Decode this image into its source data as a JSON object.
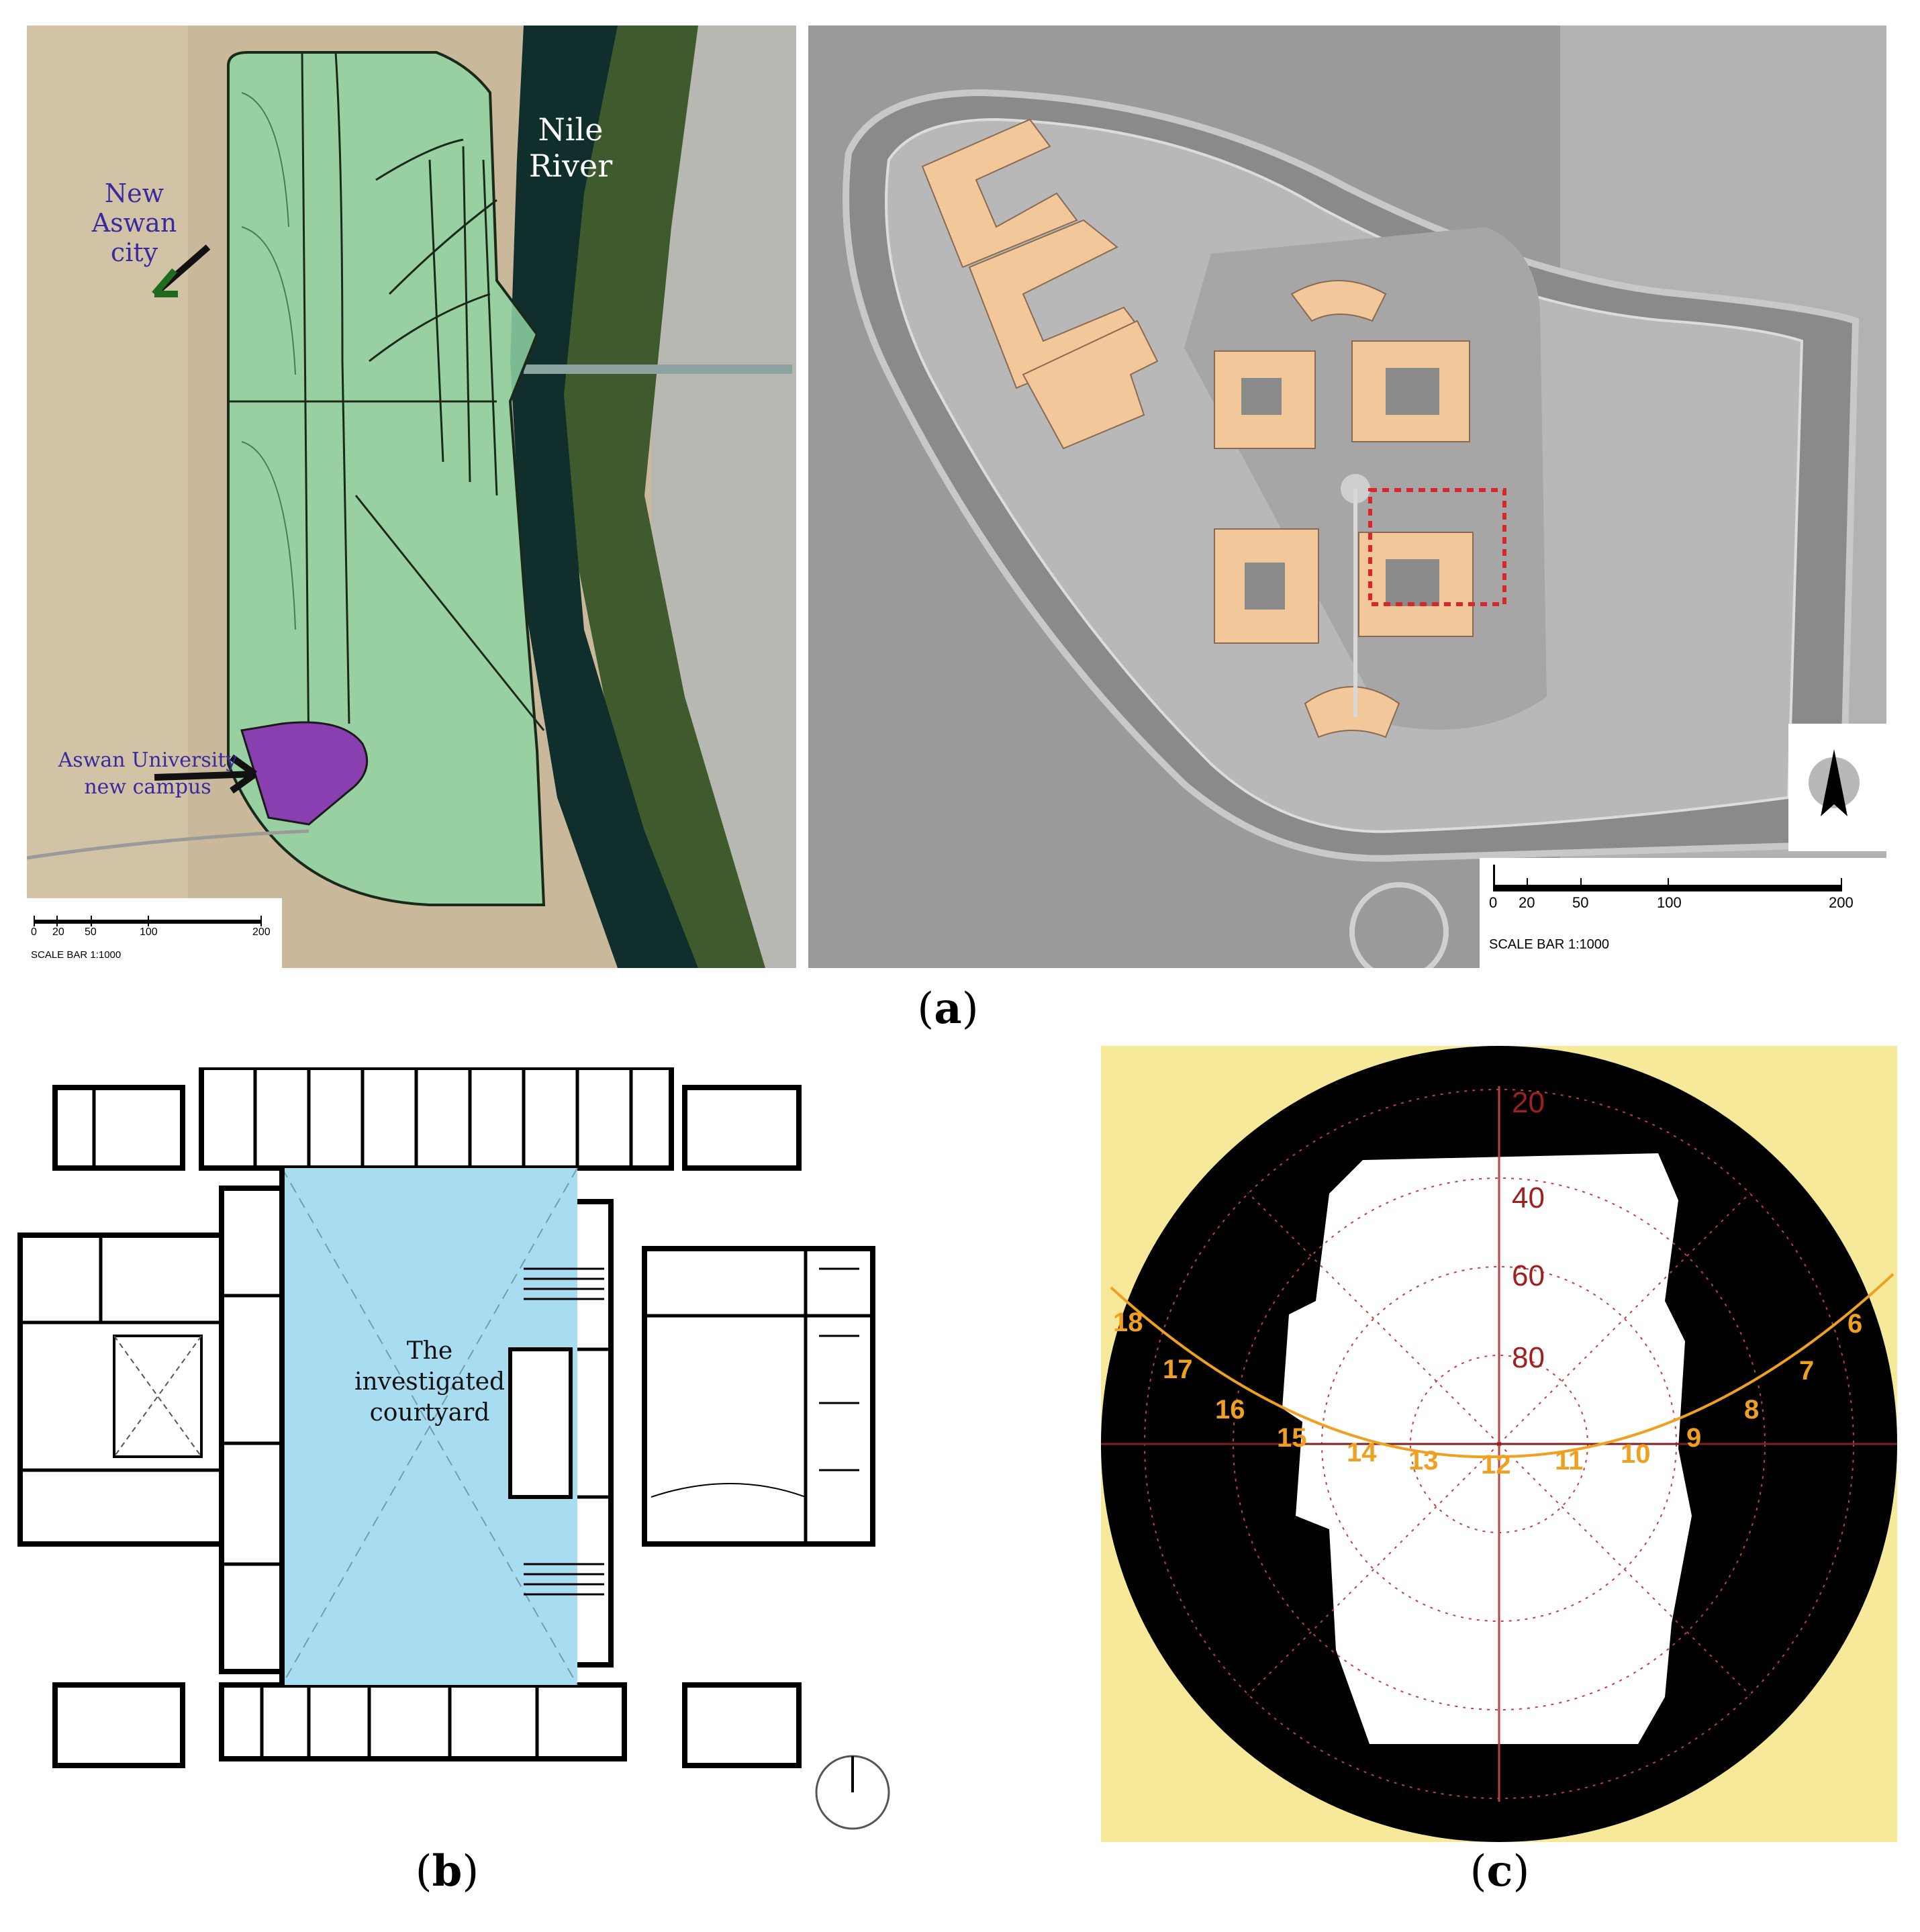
{
  "panel_a_left": {
    "labels": {
      "city": [
        "New",
        "Aswan",
        "city"
      ],
      "river": [
        "Nile",
        "River"
      ],
      "campus": [
        "Aswan University",
        "new campus"
      ]
    },
    "scale": {
      "ticks": [
        "0",
        "20",
        "50",
        "100",
        "200"
      ],
      "text": "SCALE BAR 1:1000"
    },
    "colors": {
      "city_overlay": "#8fd3a3",
      "campus": "#8a3fb0",
      "river": "#0f2e2c",
      "desert": "#c9b89a"
    }
  },
  "panel_a_right": {
    "scale": {
      "ticks": [
        "0",
        "20",
        "50",
        "100",
        "200"
      ],
      "text": "SCALE BAR 1:1000"
    },
    "north_icon": "north-arrow-icon",
    "colors": {
      "buildings": "#f2c79a",
      "selection": "#d8262b",
      "ground": "#9a9a9a"
    }
  },
  "panel_b": {
    "courtyard_label": [
      "The",
      "investigated",
      "courtyard"
    ],
    "north_icon": "north-arrow-icon",
    "colors": {
      "courtyard": "#a8dcf0",
      "walls": "#000000"
    }
  },
  "panel_c": {
    "altitude_labels": [
      "20",
      "40",
      "60",
      "80"
    ],
    "hour_labels": [
      "18",
      "17",
      "16",
      "15",
      "14",
      "13",
      "12",
      "11",
      "10",
      "9",
      "8",
      "7",
      "6"
    ],
    "colors": {
      "background": "#f7e99a",
      "sky": "#000000",
      "opening": "#ffffff",
      "sunpath": "#f0a020",
      "grid": "#d04040"
    }
  },
  "captions": {
    "a": "a",
    "b": "b",
    "c": "c"
  }
}
